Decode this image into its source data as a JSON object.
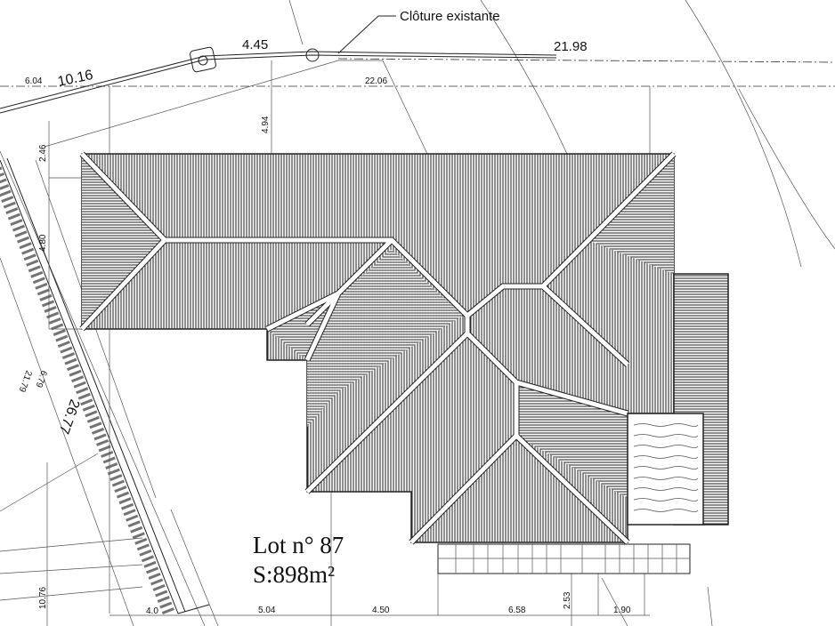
{
  "annotation": {
    "fence_label": "Clôture existante"
  },
  "dimensions": {
    "top_fence_a": "4.45",
    "top_fence_b": "21.98",
    "top_left_a": "6.04",
    "top_left_b": "10.16",
    "house_width": "22.06",
    "setback_top": "4.94",
    "left_offset_top": "2.46",
    "left_offset_mid": "4.80",
    "diag_a": "6.79",
    "diag_b": "21.79",
    "boundary_left": "26.77",
    "left_bottom": "10.76",
    "bottom_a": "4.0",
    "bottom_b": "5.04",
    "bottom_c": "4.50",
    "bottom_d": "6.58",
    "bottom_e": "2.53",
    "bottom_f": "1.90"
  },
  "lot": {
    "number": "Lot n° 87",
    "area": "S:898m²"
  }
}
